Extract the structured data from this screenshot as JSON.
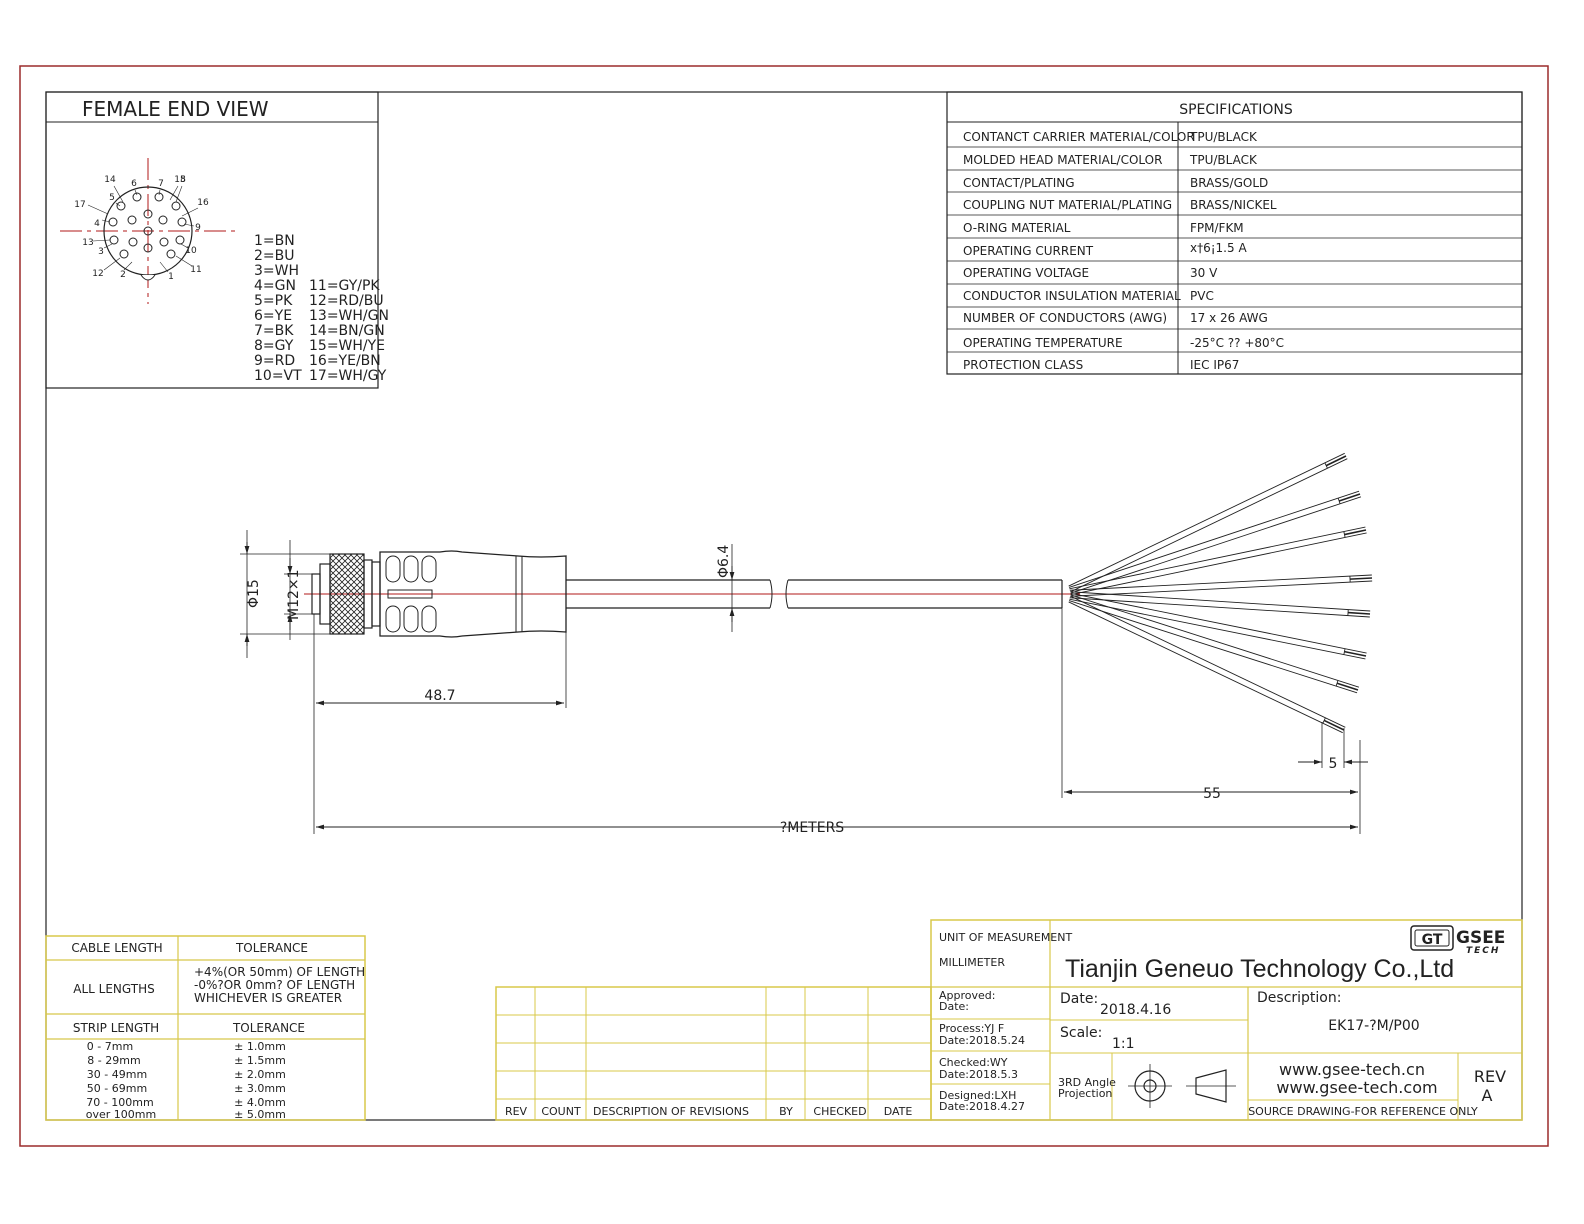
{
  "end_view": {
    "title": "FEMALE END VIEW",
    "pin_numbers": [
      "1",
      "2",
      "3",
      "4",
      "5",
      "6",
      "7",
      "8",
      "9",
      "10",
      "11",
      "12",
      "13",
      "14",
      "15",
      "16",
      "17"
    ],
    "pin_colors_left": [
      "1=BN",
      "2=BU",
      "3=WH",
      "4=GN",
      "5=PK",
      "6=YE",
      "7=BK",
      "8=GY",
      "9=RD",
      "10=VT"
    ],
    "pin_colors_right": [
      "11=GY/PK",
      "12=RD/BU",
      "13=WH/GN",
      "14=BN/GN",
      "15=WH/YE",
      "16=YE/BN",
      "17=WH/GY"
    ]
  },
  "specifications": {
    "title": "SPECIFICATIONS",
    "rows": [
      {
        "label": "CONTANCT CARRIER MATERIAL/COLOR",
        "value": "TPU/BLACK"
      },
      {
        "label": "MOLDED HEAD MATERIAL/COLOR",
        "value": "TPU/BLACK"
      },
      {
        "label": "CONTACT/PLATING",
        "value": "BRASS/GOLD"
      },
      {
        "label": "COUPLING NUT MATERIAL/PLATING",
        "value": "BRASS/NICKEL"
      },
      {
        "label": "O-RING MATERIAL",
        "value": "FPM/FKM"
      },
      {
        "label": "OPERATING CURRENT",
        "value": "x†6¡1.5 A"
      },
      {
        "label": "OPERATING VOLTAGE",
        "value": "30 V"
      },
      {
        "label": "CONDUCTOR INSULATION MATERIAL",
        "value": "PVC"
      },
      {
        "label": "NUMBER OF CONDUCTORS (AWG)",
        "value": "17 x 26 AWG"
      },
      {
        "label": "OPERATING TEMPERATURE",
        "value": "-25°C ?? +80°C"
      },
      {
        "label": "PROTECTION CLASS",
        "value": "IEC  IP67"
      }
    ]
  },
  "dimensions": {
    "dia_15": "Φ15",
    "thread": "M12×1",
    "dia_cable": "Φ6.4",
    "head_length": "48.7",
    "strip": "5",
    "breakout": "55",
    "total_length": "?METERS"
  },
  "tolerance_table": {
    "col1_header": "CABLE LENGTH",
    "col2_header": "TOLERANCE",
    "all_lengths": "ALL LENGTHS",
    "tolerance_lines": [
      "+4%(OR 50mm) OF LENGTH",
      "-0%?OR 0mm? OF LENGTH",
      "WHICHEVER  IS  GREATER"
    ],
    "strip_header": "STRIP LENGTH",
    "strip_tol_header": "TOLERANCE",
    "strip_rows": [
      {
        "range": "0 - 7mm",
        "tol": "± 1.0mm"
      },
      {
        "range": "8 - 29mm",
        "tol": "± 1.5mm"
      },
      {
        "range": "30 - 49mm",
        "tol": "± 2.0mm"
      },
      {
        "range": "50 - 69mm",
        "tol": "± 3.0mm"
      },
      {
        "range": "70 - 100mm",
        "tol": "± 4.0mm"
      },
      {
        "range": "over 100mm",
        "tol": "± 5.0mm"
      }
    ]
  },
  "revisions": {
    "headers": [
      "REV",
      "COUNT",
      "DESCRIPTION  OF  REVISIONS",
      "BY",
      "CHECKED",
      "DATE"
    ]
  },
  "title_block": {
    "unit_label": "UNIT OF MEASUREMENT",
    "unit_value": "MILLIMETER",
    "company": "Tianjin Geneuo Technology Co.,Ltd",
    "logo_gt": "GT",
    "logo_gsee": "GSEE",
    "logo_tech": "TECH",
    "approved_label": "Approved:",
    "approved_date": "Date:",
    "process_label": "Process:YJ F",
    "process_date": "Date:2018.5.24",
    "checked_label": "Checked:WY",
    "checked_date": "Date:2018.5.3",
    "designed_label": "Designed:LXH",
    "designed_date": "Date:2018.4.27",
    "date_label": "Date:",
    "date_value": "2018.4.16",
    "scale_label": "Scale:",
    "scale_value": "1:1",
    "projection_line1": "3RD Angle",
    "projection_line2": "Projection",
    "description_label": "Description:",
    "description_value": "EK17-?M/P00",
    "url_cn": "www.gsee-tech.cn",
    "url_com": "www.gsee-tech.com",
    "source_note": "SOURCE DRAWING-FOR REFERENCE ONLY",
    "rev_label": "REV",
    "rev_value": "A"
  },
  "colors": {
    "border_red": "#9b2b2b",
    "centerline_red": "#b01818",
    "table_yellow": "#d8c84a",
    "line": "#222222"
  }
}
